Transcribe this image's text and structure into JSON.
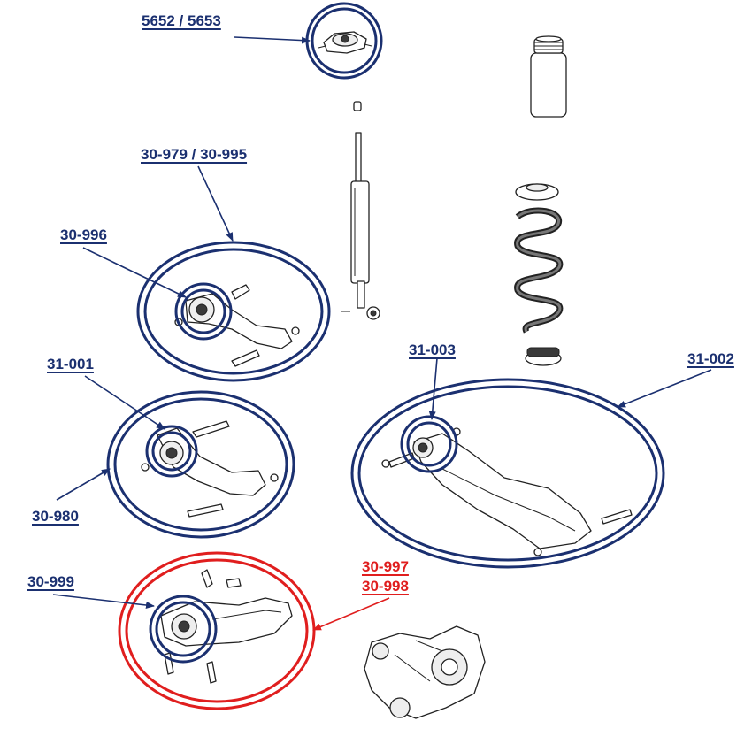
{
  "labels": {
    "mount": "5652 / 5653",
    "upper_arm": "30-979 / 30-995",
    "upper_bushing": "30-996",
    "toe_bushing": "31-001",
    "toe_arm": "30-980",
    "lower_bushing": "31-003",
    "lower_arm": "31-002",
    "trailing_bushing": "30-999",
    "trailing_arm_1": "30-997",
    "trailing_arm_2": "30-998"
  },
  "colors": {
    "callout_blue": "#1b3070",
    "callout_red": "#e01e1e",
    "line_art": "#222222"
  },
  "icons": {
    "mount": "strut-top-mount",
    "bump_stop": "dust-boot",
    "shock": "shock-absorber",
    "spring": "coil-spring",
    "knuckle": "rear-knuckle"
  }
}
